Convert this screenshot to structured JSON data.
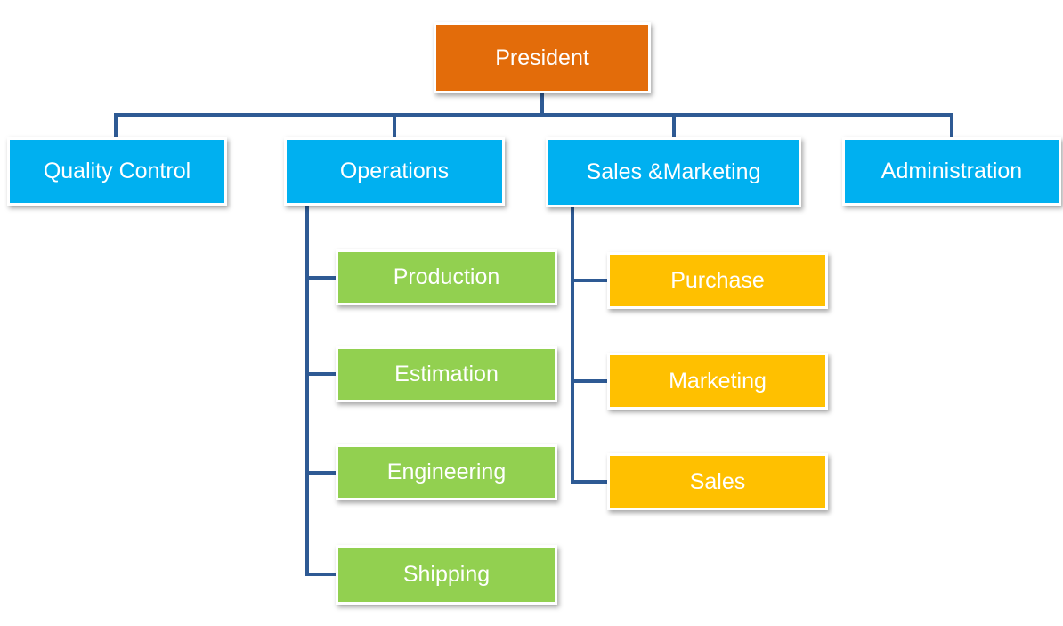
{
  "colors": {
    "president": "#E36C0A",
    "department": "#00B0F0",
    "operations_group": "#92D050",
    "sales_group": "#FFC000",
    "connector": "#2E5A94"
  },
  "president": {
    "label": "President"
  },
  "departments": [
    {
      "label": "Quality Control"
    },
    {
      "label": "Operations"
    },
    {
      "label": "Sales &Marketing"
    },
    {
      "label": "Administration"
    }
  ],
  "operations_children": [
    {
      "label": "Production"
    },
    {
      "label": "Estimation"
    },
    {
      "label": "Engineering"
    },
    {
      "label": "Shipping"
    }
  ],
  "sales_marketing_children": [
    {
      "label": "Purchase"
    },
    {
      "label": "Marketing"
    },
    {
      "label": "Sales"
    }
  ]
}
